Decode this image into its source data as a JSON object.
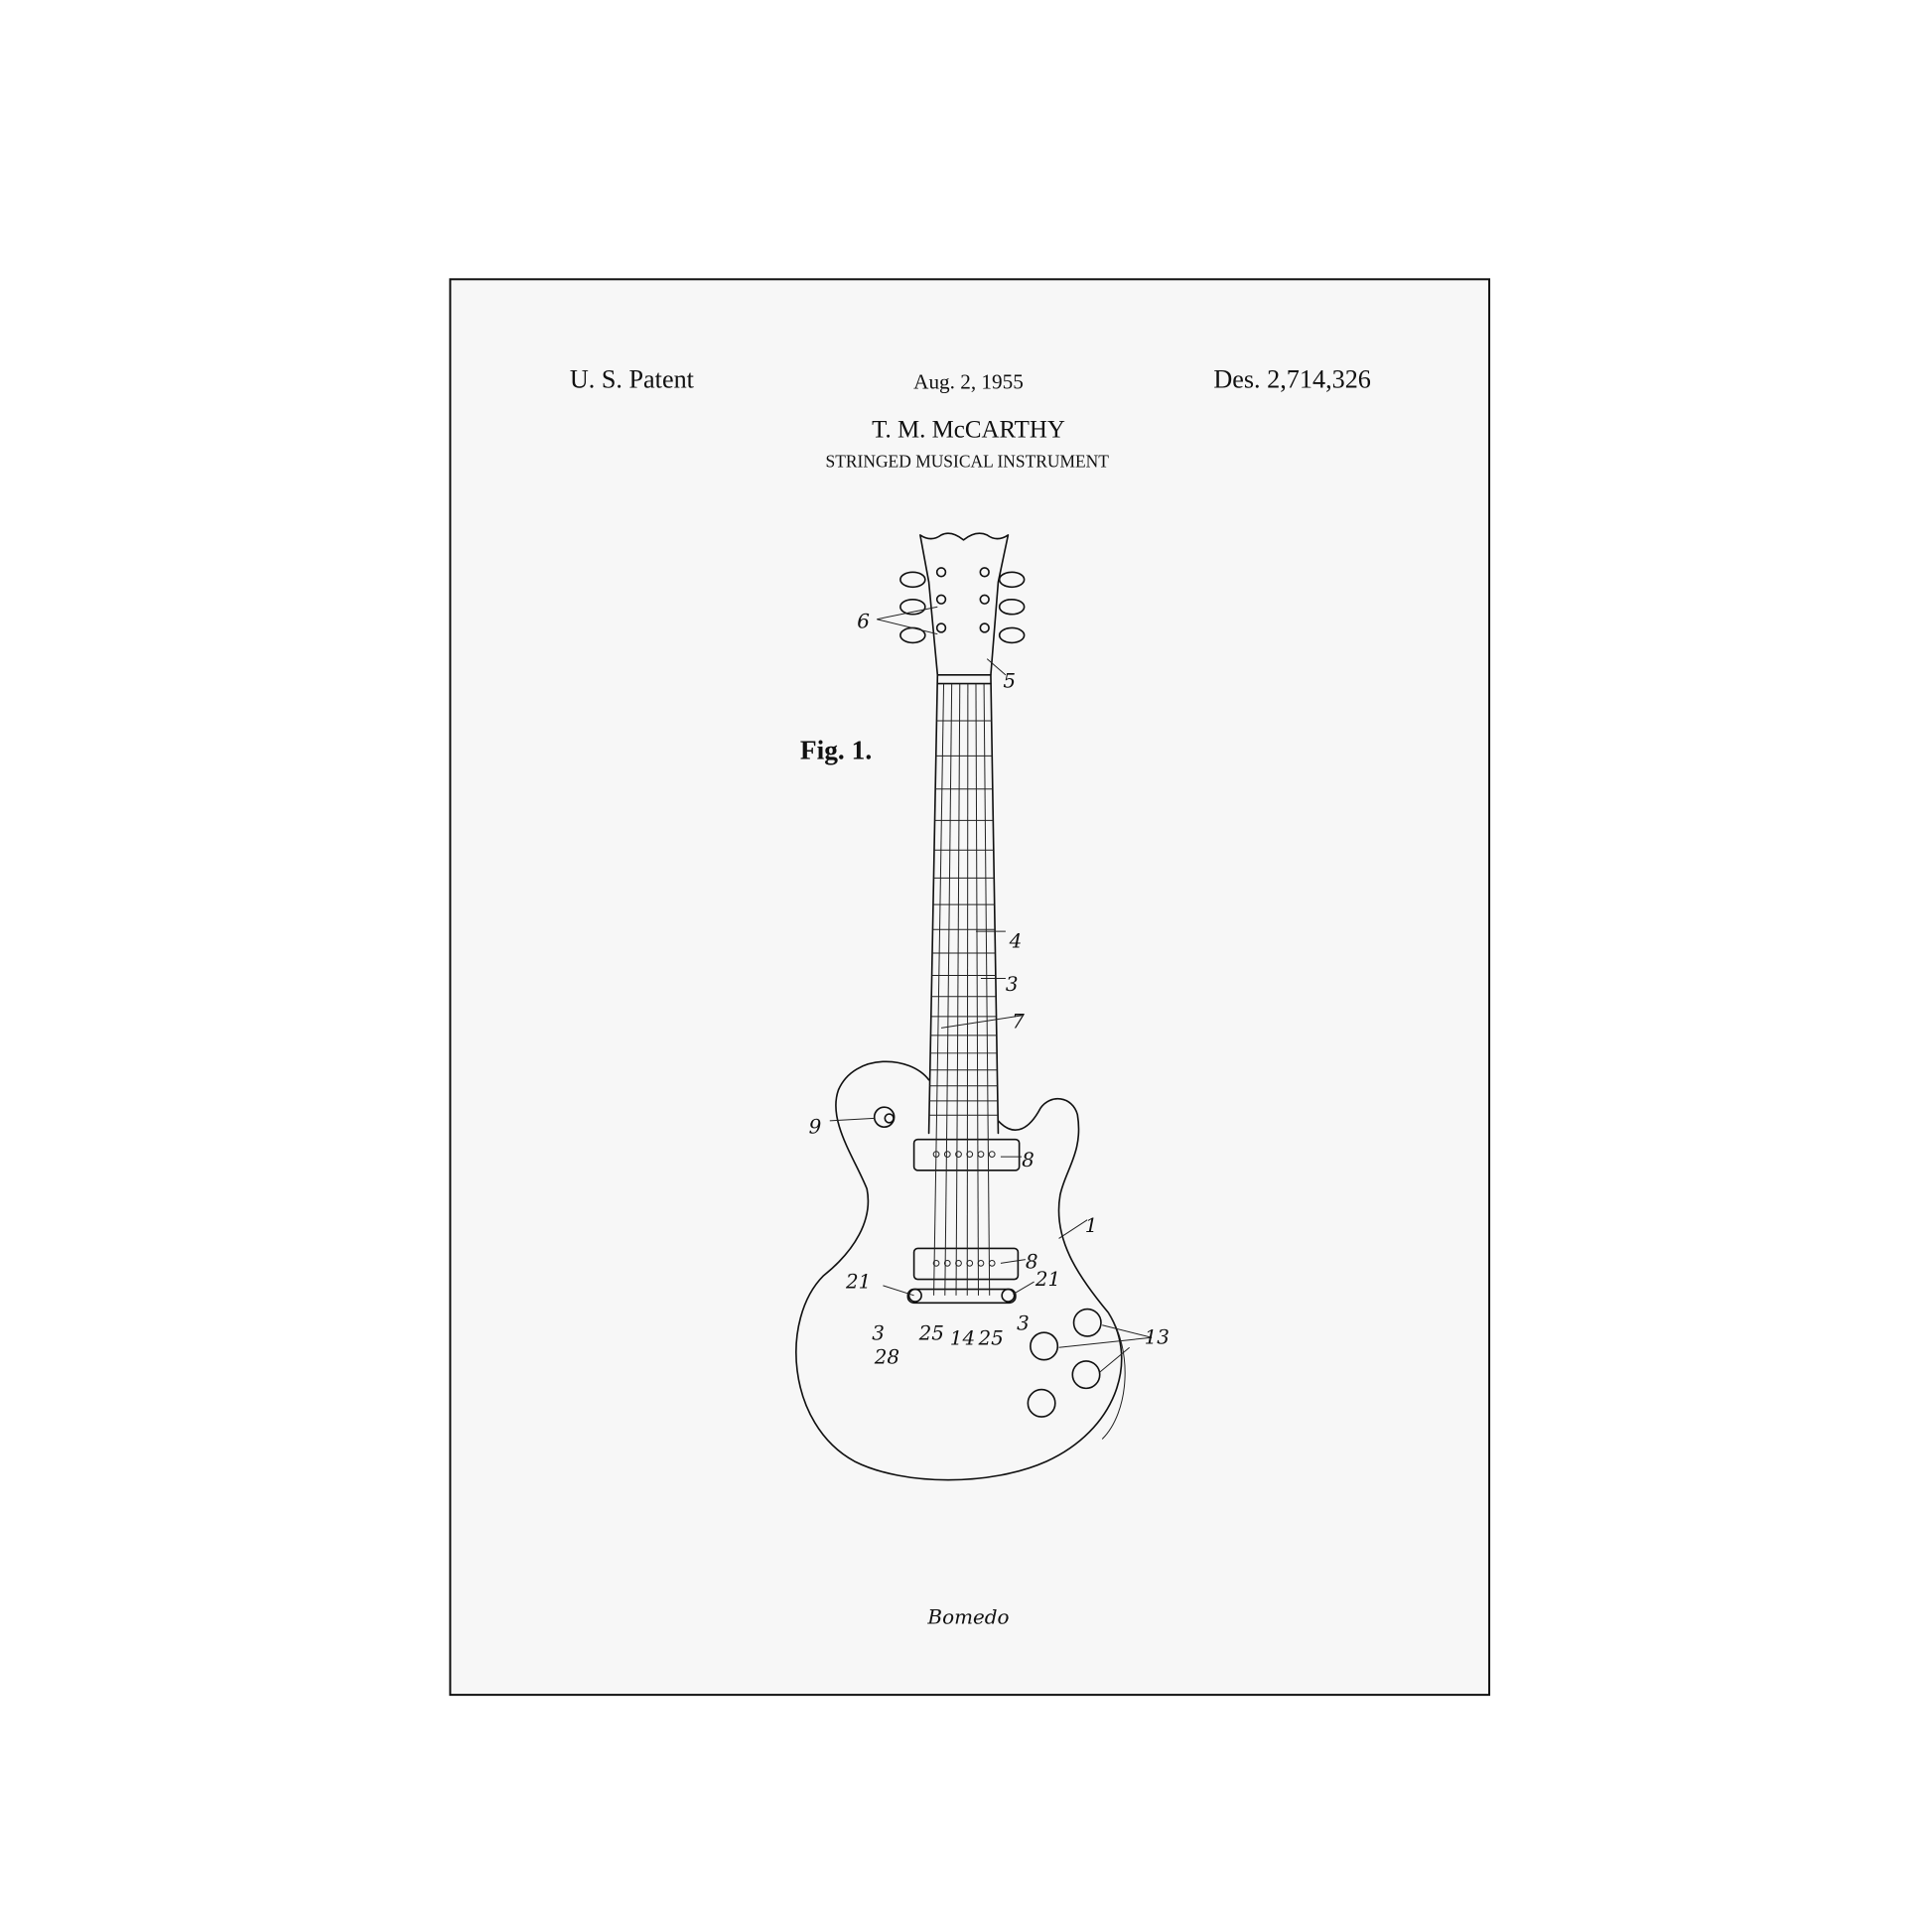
{
  "poster": {
    "header_left": "U. S. Patent",
    "header_center": "Aug. 2, 1955",
    "header_right": "Des. 2,714,326",
    "inventor": "T. M. McCARTHY",
    "title": "STRINGED MUSICAL INSTRUMENT",
    "figure_label": "Fig. 1.",
    "brand": "Bomedo"
  },
  "callouts": [
    "6",
    "5",
    "4",
    "3",
    "7",
    "9",
    "8",
    "8",
    "1",
    "21",
    "21",
    "3",
    "3",
    "25",
    "14",
    "25",
    "28",
    "13"
  ],
  "colors": {
    "background": "#ffffff",
    "paper": "#f7f7f7",
    "ink": "#111111"
  }
}
